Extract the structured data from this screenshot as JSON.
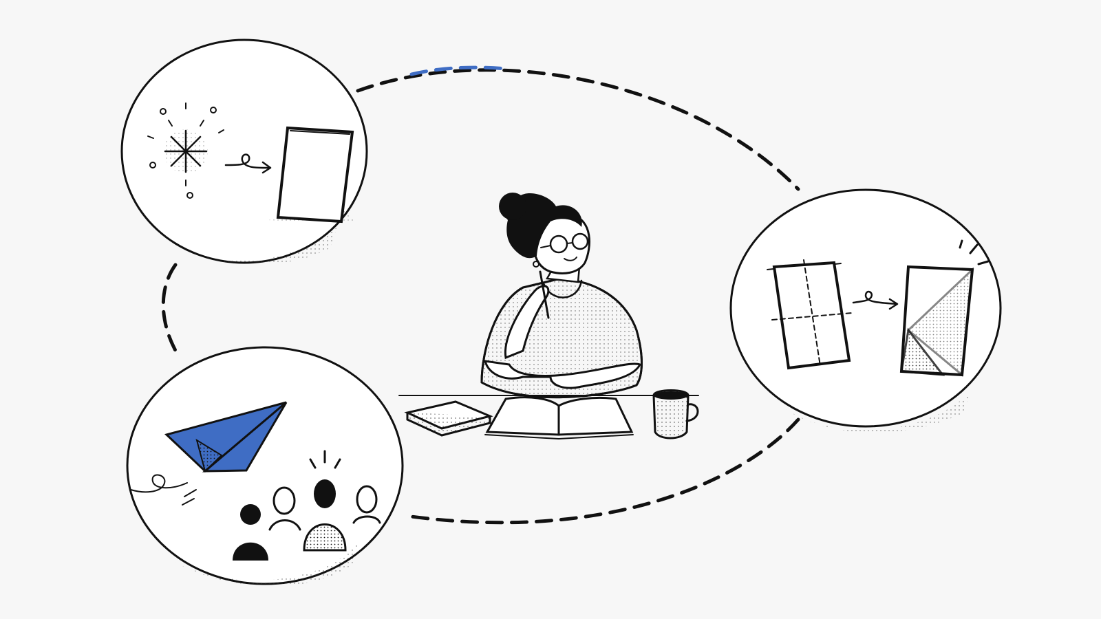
{
  "colors": {
    "background": "#f7f7f7",
    "ink": "#111111",
    "accent": "#3f6dc4",
    "paper": "#ffffff"
  },
  "illustration": {
    "center_figure": {
      "icons": [
        "person-icon",
        "glasses-icon",
        "pen-icon",
        "open-notebook-icon",
        "closed-book-icon",
        "coffee-mug-icon"
      ]
    },
    "vignettes": [
      {
        "id": "spark-to-page",
        "icons": [
          "sparkle-icon",
          "arrow-icon",
          "blank-page-icon"
        ]
      },
      {
        "id": "fold-paper",
        "icons": [
          "folded-sheet-icon",
          "arrow-icon",
          "folded-paper-icon"
        ]
      },
      {
        "id": "launch-to-audience",
        "icons": [
          "paper-plane-icon",
          "audience-icon"
        ]
      }
    ],
    "connector": {
      "style": "dashed",
      "highlight_color": "#3f6dc4"
    }
  }
}
